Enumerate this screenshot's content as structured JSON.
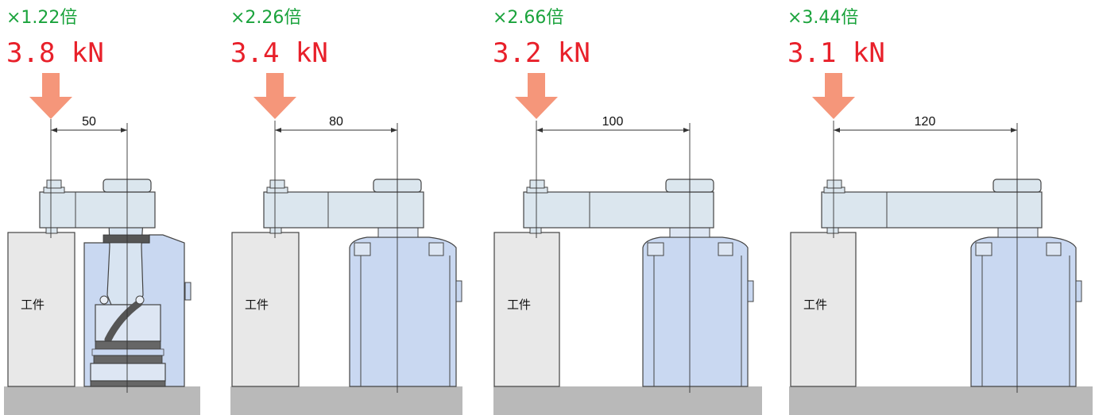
{
  "panels": [
    {
      "multiplier": "×1.22倍",
      "force": "3.8 kN",
      "distance": "50",
      "workpiece_label": "工件"
    },
    {
      "multiplier": "×2.26倍",
      "force": "3.4 kN",
      "distance": "80",
      "workpiece_label": "工件"
    },
    {
      "multiplier": "×2.66倍",
      "force": "3.2 kN",
      "distance": "100",
      "workpiece_label": "工件"
    },
    {
      "multiplier": "×3.44倍",
      "force": "3.1 kN",
      "distance": "120",
      "workpiece_label": "工件"
    }
  ],
  "colors": {
    "multiplier_text": "#1aa33c",
    "force_text": "#e8202a",
    "arrow": "#f5967a",
    "clamp_body": "#c9d8f1",
    "arm": "#dbe6ee",
    "workpiece": "#e8e8e8",
    "base": "#b9b9b9"
  }
}
